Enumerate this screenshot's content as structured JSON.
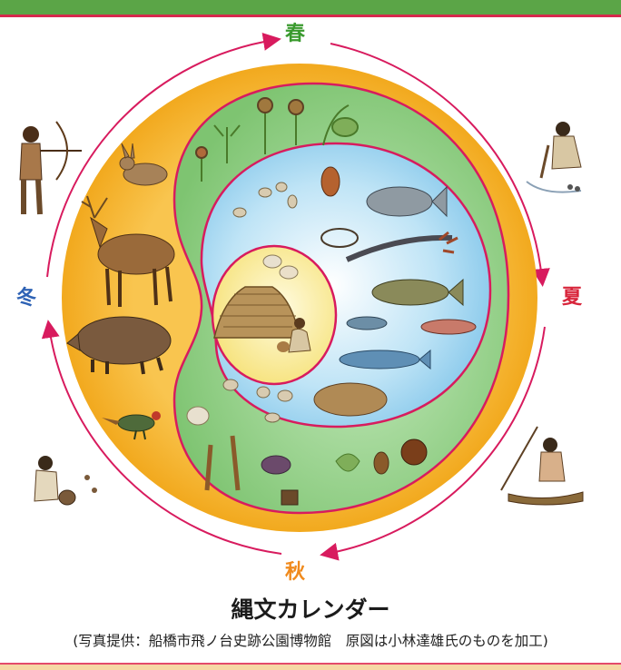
{
  "seasons": {
    "spring": "春",
    "summer": "夏",
    "autumn": "秋",
    "winter": "冬"
  },
  "caption": {
    "title": "縄文カレンダー",
    "credit": "(写真提供：船橋市飛ノ台史跡公園博物館　原図は小林達雄氏のものを加工)"
  },
  "colors": {
    "frame_green": "#5ba547",
    "frame_red": "#d6294d",
    "season_green": "#3a9a2e",
    "season_red": "#d8263c",
    "season_orange": "#f08a1c",
    "season_blue": "#2f63b5",
    "outer_ring": "#f6b73a",
    "middle_ring": "#9fd39a",
    "inner_ring": "#a9d8f2",
    "center": "#fbeb9a",
    "boundary": "#d81b5e"
  }
}
